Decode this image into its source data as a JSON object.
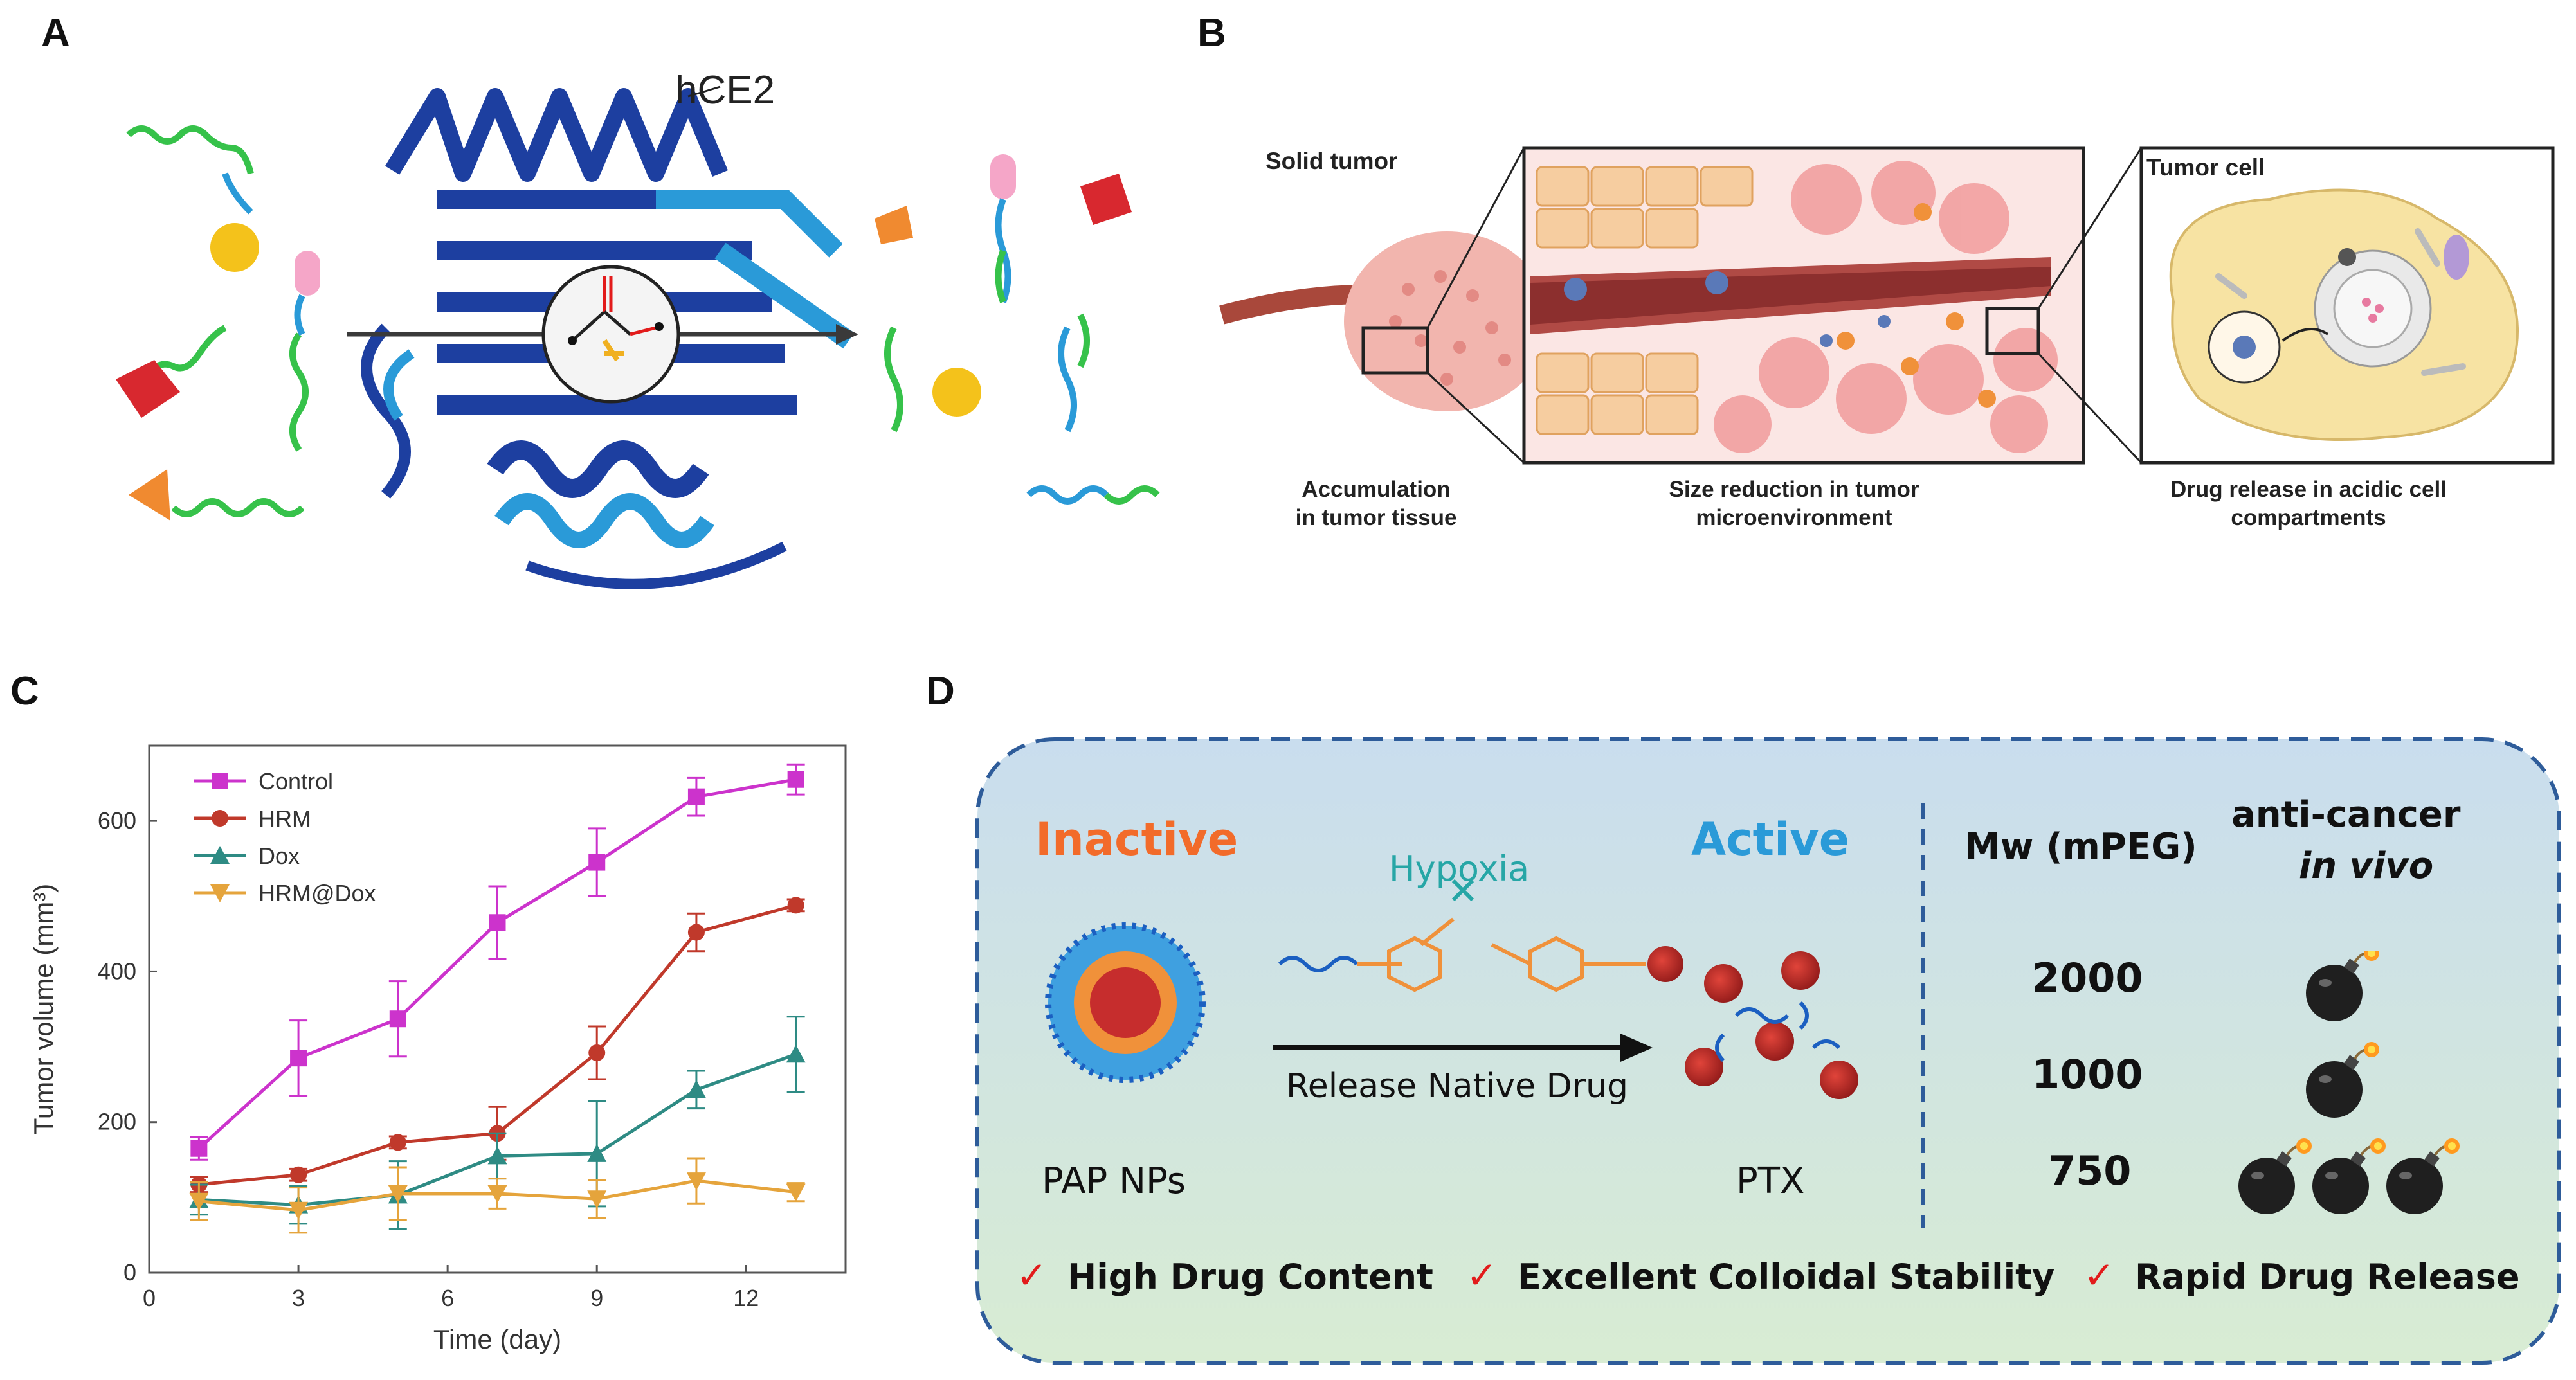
{
  "panels": {
    "a": {
      "letter": "A",
      "enzyme_label": "hCE2"
    },
    "b": {
      "letter": "B",
      "solid_tumor": "Solid tumor",
      "tumor_cell": "Tumor cell",
      "caption_1": "Accumulation in tumor tissue",
      "caption_2": "Size reduction in tumor microenvironment",
      "caption_3": "Drug release in acidic cell compartments"
    },
    "c": {
      "letter": "C"
    },
    "d": {
      "letter": "D",
      "inactive": "Inactive",
      "hypoxia": "Hypoxia",
      "active": "Active",
      "mw_header": "Mw (mPEG)",
      "anti_cancer": "anti-cancer",
      "in_vivo": "in vivo",
      "arrow_label": "Release Native Drug",
      "pap": "PAP NPs",
      "ptx": "PTX",
      "rows": [
        {
          "mw": "2000",
          "bombs": 1
        },
        {
          "mw": "1000",
          "bombs": 1
        },
        {
          "mw": "750",
          "bombs": 3
        }
      ],
      "features": [
        "High Drug Content",
        "Excellent Colloidal Stability",
        "Rapid Drug Release"
      ],
      "colors": {
        "inactive": "#f26b2a",
        "active": "#2a9ad8",
        "hypoxia": "#26a6a6",
        "check": "#e21b1b"
      }
    }
  },
  "chart_data": {
    "type": "line",
    "xlabel": "Time (day)",
    "ylabel": "Tumor volume (mm³)",
    "xlim": [
      0,
      14
    ],
    "ylim": [
      0,
      700
    ],
    "xticks": [
      "0",
      "3",
      "6",
      "9",
      "12"
    ],
    "yticks": [
      "0",
      "200",
      "400",
      "600"
    ],
    "x": [
      1,
      3,
      5,
      7,
      9,
      11,
      13
    ],
    "legend_position": "top-left",
    "series": [
      {
        "name": "Control",
        "color": "#cc33cc",
        "marker": "square",
        "values": [
          165,
          285,
          337,
          465,
          545,
          632,
          655
        ],
        "errors": [
          15,
          50,
          50,
          48,
          45,
          25,
          20
        ]
      },
      {
        "name": "HRM",
        "color": "#c0392b",
        "marker": "circle",
        "values": [
          117,
          130,
          173,
          185,
          292,
          452,
          488
        ],
        "errors": [
          10,
          8,
          8,
          35,
          35,
          25,
          8
        ]
      },
      {
        "name": "Dox",
        "color": "#2e8b84",
        "marker": "triangle-up",
        "values": [
          97,
          90,
          103,
          155,
          158,
          243,
          290
        ],
        "errors": [
          20,
          25,
          45,
          30,
          70,
          25,
          50
        ]
      },
      {
        "name": "HRM@Dox",
        "color": "#e5a43c",
        "marker": "triangle-down",
        "values": [
          95,
          83,
          105,
          105,
          98,
          122,
          107
        ],
        "errors": [
          25,
          30,
          35,
          20,
          25,
          30,
          12
        ]
      }
    ]
  }
}
